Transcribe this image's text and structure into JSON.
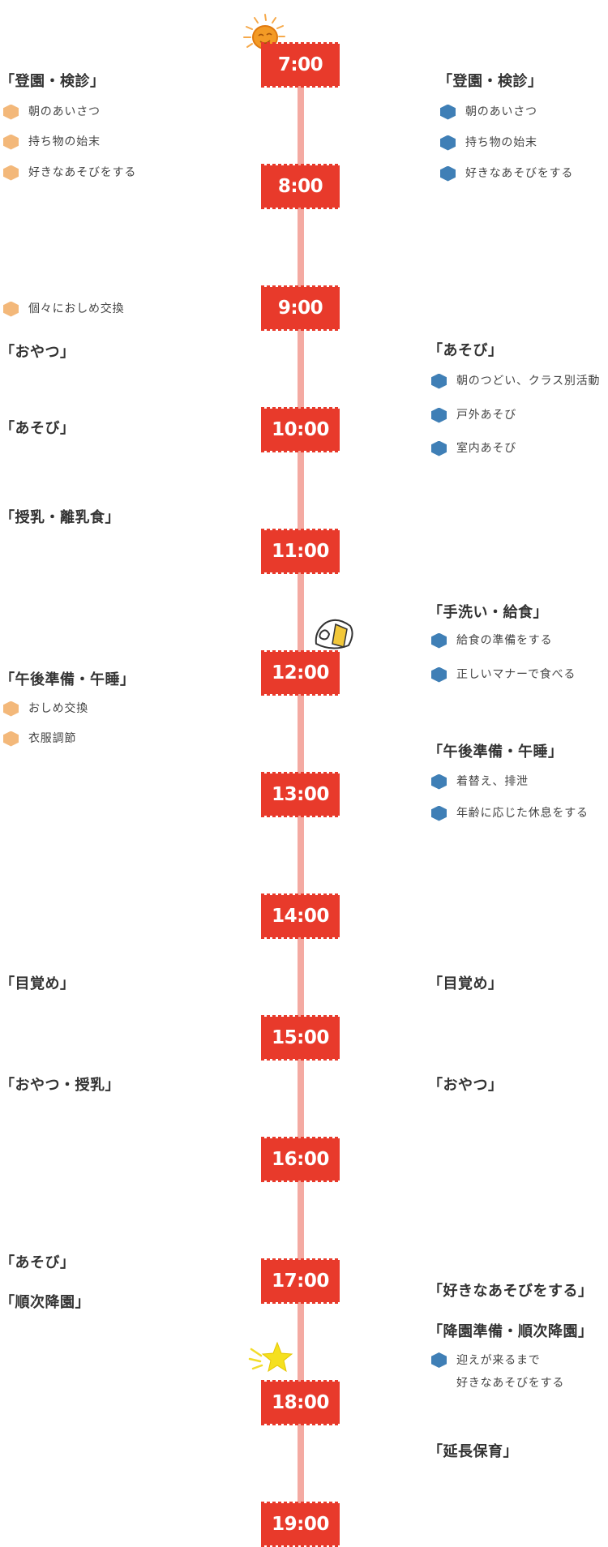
{
  "times": [
    "7:00",
    "8:00",
    "9:00",
    "10:00",
    "11:00",
    "12:00",
    "13:00",
    "14:00",
    "15:00",
    "16:00",
    "17:00",
    "18:00",
    "19:00"
  ],
  "left_column": {
    "headings": [
      "「登園・検診」",
      "「おやつ」",
      "「あそび」",
      "「授乳・離乳食」",
      "「午後準備・午睡」",
      "「目覚め」",
      "「おやつ・授乳」",
      "「あそび」",
      "「順次降園」"
    ],
    "items": [
      "朝のあいさつ",
      "持ち物の始末",
      "好きなあそびをする",
      "個々におしめ交換",
      "おしめ交換",
      "衣服調節"
    ]
  },
  "right_column": {
    "headings": [
      "「登園・検診」",
      "「あそび」",
      "「手洗い・給食」",
      "「午後準備・午睡」",
      "「目覚め」",
      "「おやつ」",
      "「好きなあそびをする」",
      "「降園準備・順次降園」",
      "「延長保育」"
    ],
    "items": [
      "朝のあいさつ",
      "持ち物の始末",
      "好きなあそびをする",
      "朝のつどい、クラス別活動",
      "戸外あそび",
      "室内あそび",
      "給食の準備をする",
      "正しいマナーで食べる",
      "着替え、排泄",
      "年齢に応じた休息をする"
    ],
    "multiline_item": [
      "迎えが来るまで",
      "好きなあそびをする"
    ]
  },
  "colors": {
    "badge": "#e83a2b",
    "line": "#f4aaa2",
    "left_bullet": "#f3b87a",
    "right_bullet": "#3f7fb6"
  },
  "icons": [
    "sun-icon",
    "rice-ball-icon",
    "star-icon"
  ]
}
